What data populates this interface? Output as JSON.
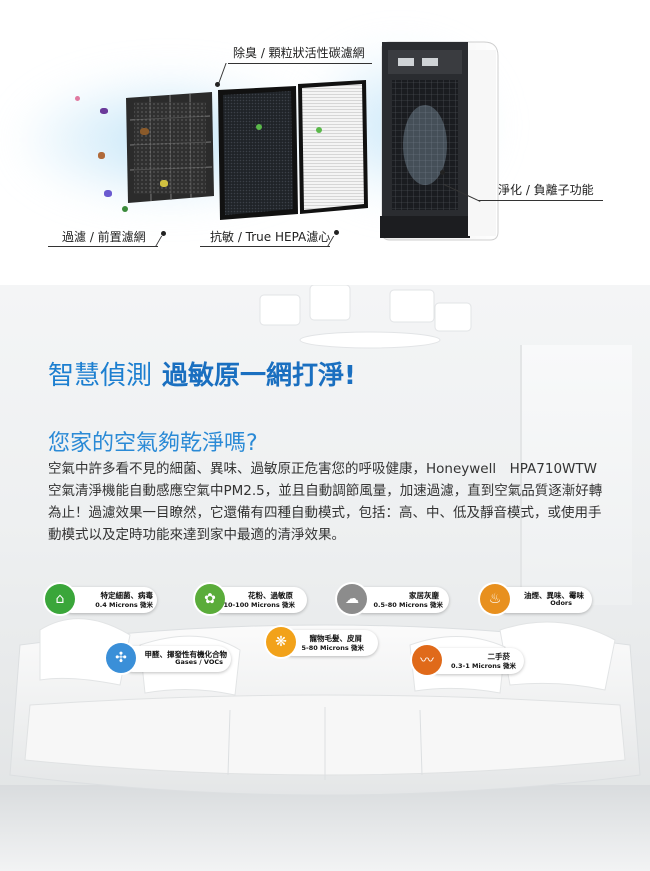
{
  "callouts": {
    "deodor": "除臭 / 顆粒狀活性碳濾網",
    "ion": "淨化 / 負離子功能",
    "prefilter": "過濾 / 前置濾網",
    "hepa": "抗敏 / True HEPA濾心"
  },
  "headline": {
    "part1": "智慧偵測",
    "part2": "過敏原一網打淨!"
  },
  "question": "您家的空氣夠乾淨嗎?",
  "paragraph": "空氣中許多看不見的細菌、異味、過敏原正危害您的呼吸健康，Honeywell　HPA710WTW空氣清淨機能自動感應空氣中PM2.5，並且自動調節風量，加速過濾，直到空氣品質逐漸好轉為止！過濾效果一目瞭然，它還備有四種自動模式，包括：高、中、低及靜音模式，或使用手動模式以及定時功能來達到家中最適的清淨效果。",
  "badges": [
    {
      "line1": "特定細菌、病毒",
      "line2": "0.4 Microns 微米",
      "color": "#3aa63a",
      "icon": "bacteria-icon"
    },
    {
      "line1": "花粉、過敏原",
      "line2": "10-100 Microns 微米",
      "color": "#5aac3a",
      "icon": "pollen-icon"
    },
    {
      "line1": "家居灰塵",
      "line2": "0.5-80 Microns 微米",
      "color": "#8c8c8c",
      "icon": "dust-icon"
    },
    {
      "line1": "油煙、異味、霉味",
      "line2": "Odors",
      "color": "#e8901e",
      "icon": "odor-icon"
    },
    {
      "line1": "甲醛、揮發性有機化合物",
      "line2": "Gases / VOCs",
      "color": "#3a8fd8",
      "icon": "voc-icon"
    },
    {
      "line1": "寵物毛髮、皮屑",
      "line2": "5-80 Microns 微米",
      "color": "#f2a21a",
      "icon": "pet-hair-icon"
    },
    {
      "line1": "二手菸",
      "line2": "0.3-1 Microns 微米",
      "color": "#e06a1a",
      "icon": "smoke-icon"
    }
  ]
}
